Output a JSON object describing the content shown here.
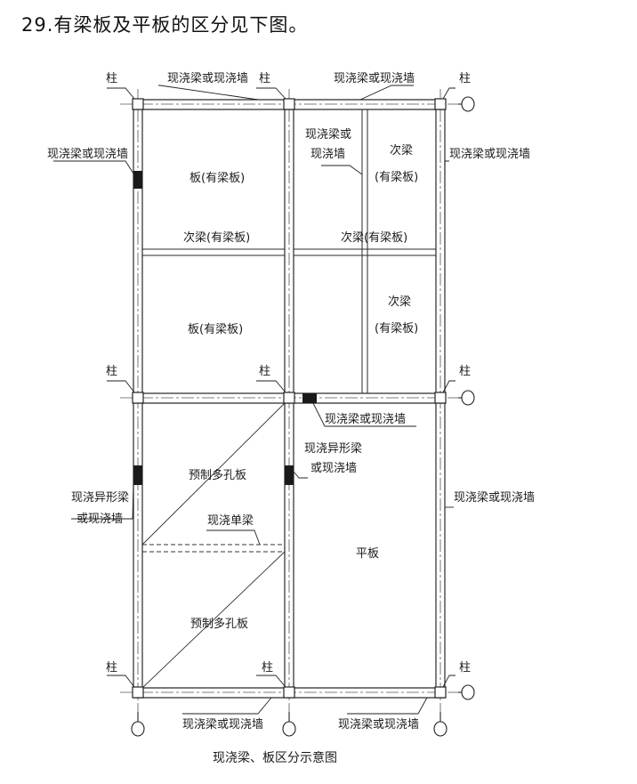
{
  "heading": "29.有梁板及平板的区分见下图。",
  "caption": "现浇梁、板区分示意图",
  "labels": {
    "col_tl": "柱",
    "col_tm": "柱",
    "col_tr": "柱",
    "col_ml": "柱",
    "col_mm": "柱",
    "col_mr": "柱",
    "col_bl": "柱",
    "col_bm": "柱",
    "col_br": "柱",
    "top_beam_left": "现浇梁或现浇墙",
    "top_beam_right": "现浇梁或现浇墙",
    "left_beam_top": "现浇梁或现浇墙",
    "mid_beam_top_1": "现浇梁或",
    "mid_beam_top_2": "现浇墙",
    "right_beam_top": "现浇梁或现浇墙",
    "slab_top_left": "板(有梁板)",
    "sec_beam_tr": "次梁",
    "sec_beam_tr_2": "(有梁板)",
    "sec_beam_left": "次梁(有梁板)",
    "sec_beam_right": "次梁(有梁板)",
    "sec_beam_mr": "次梁",
    "sec_beam_mr_2": "(有梁板)",
    "slab_mid_left": "板(有梁板)",
    "mid_horizontal_beam": "现浇梁或现浇墙",
    "special_beam_mid_1": "现浇异形梁",
    "special_beam_mid_2": "或现浇墙",
    "special_beam_left_1": "现浇异形梁",
    "special_beam_left_2": "或现浇墙",
    "right_beam_bottom": "现浇梁或现浇墙",
    "precast_top": "预制多孔板",
    "single_beam": "现浇单梁",
    "flat_slab": "平板",
    "precast_bottom": "预制多孔板",
    "bottom_beam_left": "现浇梁或现浇墙",
    "bottom_beam_right": "现浇梁或现浇墙"
  }
}
